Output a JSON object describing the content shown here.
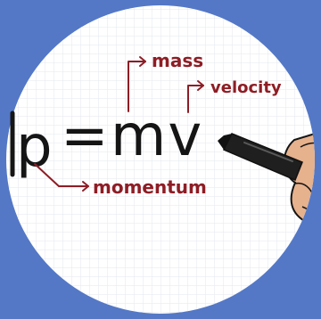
{
  "image": {
    "formula": {
      "p": "p",
      "equals": "=",
      "mv": "mv"
    },
    "annotations": {
      "mass": "mass",
      "velocity": "velocity",
      "momentum": "momentum"
    },
    "colors": {
      "background": "#5478c6",
      "paper": "#ffffff",
      "grid": "#e5e7ec",
      "ink": "#151515",
      "annotation": "#8e1d25",
      "skin": "#e6b18d",
      "marker": "#1f1f1f"
    },
    "icons": {
      "hand": "writing-hand-icon",
      "marker": "marker-icon"
    }
  }
}
